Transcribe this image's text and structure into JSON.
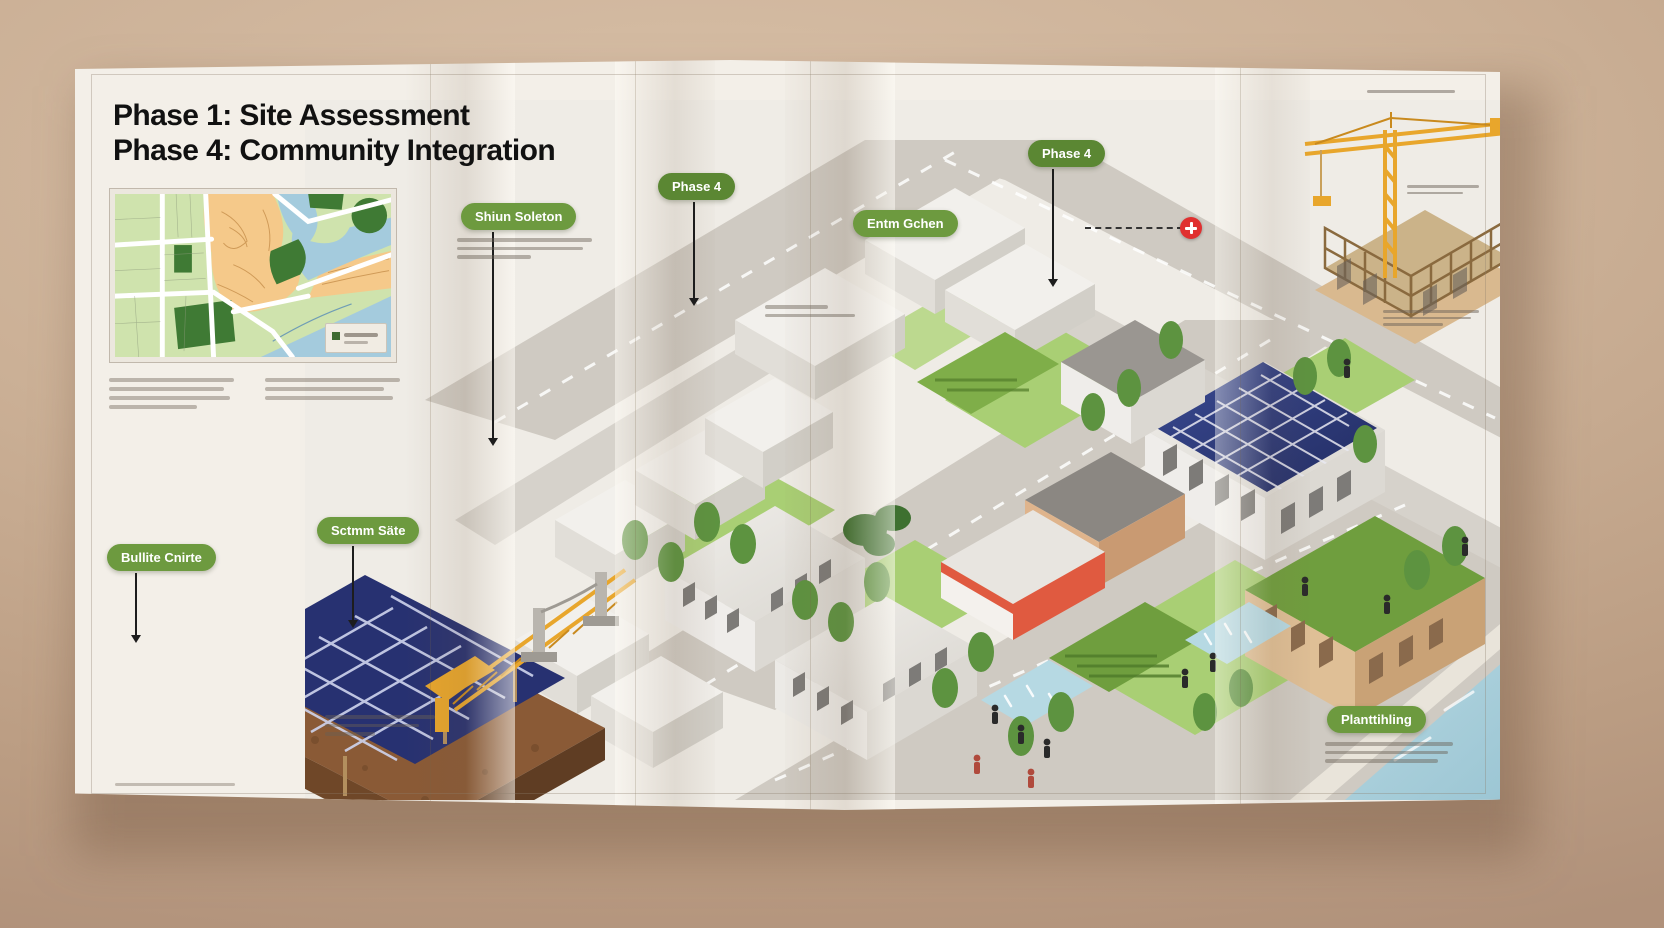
{
  "document": {
    "type": "folded tri-fold brochure / site masterplan",
    "background_color": "#c6ab94",
    "paper_color": "#f3efe8",
    "title_line_1": "Phase 1: Site Assessment",
    "title_line_2": "Phase 4: Community Integration"
  },
  "palette": {
    "pill_green": "#6d9a3f",
    "pill_green_dark": "#5b8733",
    "marker_red": "#e03030",
    "crane_yellow": "#e8a62c",
    "solar_blue": "#2c3a7a",
    "water_blue": "#a9cfda",
    "grass_green": "#8fbf5a",
    "building_grey": "#e3e0da",
    "brick_tan": "#d8a878",
    "soil_brown": "#8a5a36",
    "road_grey": "#cfcac2",
    "text_black": "#111111"
  },
  "map_inset": {
    "name": "site-assessment-map",
    "legend_present": true,
    "zones": [
      {
        "label": "vegetation",
        "color": "#cfe3ad"
      },
      {
        "label": "forest-park",
        "color": "#3f7a34"
      },
      {
        "label": "terrain-contours",
        "color": "#f5c98a"
      },
      {
        "label": "water-river",
        "color": "#a4cbdd"
      },
      {
        "label": "roads",
        "color": "#ffffff"
      }
    ]
  },
  "callouts": [
    {
      "id": "site-selection",
      "label": "Shiun Soleton",
      "variant": "light",
      "has_leader": true,
      "has_note": true
    },
    {
      "id": "phase-4-left",
      "label": "Phase 4",
      "variant": "dark",
      "has_leader": true,
      "has_note": false
    },
    {
      "id": "green-infra",
      "label": "Entm Gchen",
      "variant": "light",
      "has_leader": false,
      "has_note": true
    },
    {
      "id": "phase-4-right",
      "label": "Phase 4",
      "variant": "dark",
      "has_leader": true,
      "has_note": false
    },
    {
      "id": "screen-site",
      "label": "Sctmm Säte",
      "variant": "light",
      "has_leader": true,
      "has_note": false
    },
    {
      "id": "build-centre",
      "label": "Bullite Cnirte",
      "variant": "light",
      "has_leader": true,
      "has_note": true
    },
    {
      "id": "planting",
      "label": "Planttihling",
      "variant": "light",
      "has_leader": false,
      "has_note": true
    }
  ],
  "notes": {
    "map_left_block_lines": 4,
    "map_right_block_lines": 3,
    "site_selection_lines": 3,
    "green_infra_lines": 2,
    "construction_top_lines": 2,
    "construction_mid_lines": 3,
    "build_centre_lines": 3,
    "planting_lines": 3,
    "top_right_lines": 1
  },
  "markers": {
    "construction_hazard": {
      "icon": "plus-marker-icon",
      "color": "#e03030"
    }
  },
  "scene": {
    "name": "isometric-neighbourhood-masterplan",
    "features": [
      "arterial roads with dashed centre lines",
      "residential blocks",
      "solar-panel rooftop building",
      "green roof building",
      "community garden plots",
      "retention ponds / rain gardens",
      "street trees and hedgerows",
      "tower crane and building under construction",
      "photovoltaic array on excavated soil berm",
      "riverfront at lower right",
      "pedestrian figures"
    ]
  }
}
